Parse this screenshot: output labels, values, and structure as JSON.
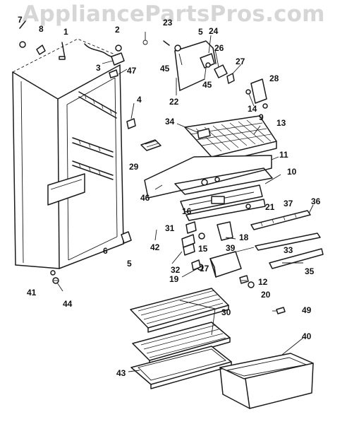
{
  "watermark": "AppliancePartsPros.com",
  "callouts": [
    {
      "id": "c7",
      "text": "7"
    },
    {
      "id": "c8",
      "text": "8"
    },
    {
      "id": "c1",
      "text": "1"
    },
    {
      "id": "c2",
      "text": "2"
    },
    {
      "id": "c3",
      "text": "3"
    },
    {
      "id": "c47",
      "text": "47"
    },
    {
      "id": "c4",
      "text": "4"
    },
    {
      "id": "c23",
      "text": "23"
    },
    {
      "id": "c5a",
      "text": "5"
    },
    {
      "id": "c24",
      "text": "24"
    },
    {
      "id": "c26",
      "text": "26"
    },
    {
      "id": "c27",
      "text": "27"
    },
    {
      "id": "c45a",
      "text": "45"
    },
    {
      "id": "c45b",
      "text": "45"
    },
    {
      "id": "c22",
      "text": "22"
    },
    {
      "id": "c28",
      "text": "28"
    },
    {
      "id": "c14",
      "text": "14"
    },
    {
      "id": "c13",
      "text": "13"
    },
    {
      "id": "c9",
      "text": "9"
    },
    {
      "id": "c34",
      "text": "34"
    },
    {
      "id": "c29",
      "text": "29"
    },
    {
      "id": "c11",
      "text": "11"
    },
    {
      "id": "c10",
      "text": "10"
    },
    {
      "id": "c46",
      "text": "46"
    },
    {
      "id": "c21",
      "text": "21"
    },
    {
      "id": "c37",
      "text": "37"
    },
    {
      "id": "c36",
      "text": "36"
    },
    {
      "id": "c16",
      "text": "16"
    },
    {
      "id": "c31",
      "text": "31"
    },
    {
      "id": "c42",
      "text": "42"
    },
    {
      "id": "c15",
      "text": "15"
    },
    {
      "id": "c39",
      "text": "39"
    },
    {
      "id": "c18",
      "text": "18"
    },
    {
      "id": "c33",
      "text": "33"
    },
    {
      "id": "c35",
      "text": "35"
    },
    {
      "id": "c6",
      "text": "6"
    },
    {
      "id": "c5b",
      "text": "5"
    },
    {
      "id": "c32",
      "text": "32"
    },
    {
      "id": "c17",
      "text": "17"
    },
    {
      "id": "c19",
      "text": "19"
    },
    {
      "id": "c12",
      "text": "12"
    },
    {
      "id": "c20",
      "text": "20"
    },
    {
      "id": "c41",
      "text": "41"
    },
    {
      "id": "c44",
      "text": "44"
    },
    {
      "id": "c30",
      "text": "30"
    },
    {
      "id": "c49",
      "text": "49"
    },
    {
      "id": "c40",
      "text": "40"
    },
    {
      "id": "c43",
      "text": "43"
    }
  ]
}
